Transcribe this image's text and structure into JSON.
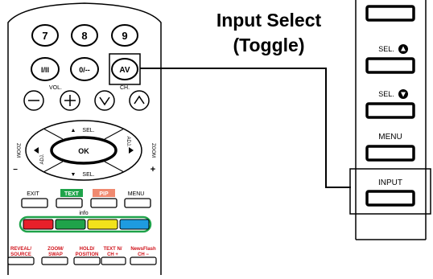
{
  "heading": {
    "line1": "Input Select",
    "line2": "(Toggle)"
  },
  "remote": {
    "row1": [
      "7",
      "8",
      "9"
    ],
    "row2": [
      "I/II",
      "0/--",
      "AV"
    ],
    "vol_label": "VOL.",
    "ch_label": "CH.",
    "sel_up": "SEL.",
    "sel_down": "SEL.",
    "ok": "OK",
    "adj_left": "ADJ.",
    "adj_right": "ADJ.",
    "zoom_left": "ZOOM",
    "zoom_right": "ZOOM",
    "zoom_minus": "−",
    "zoom_plus": "+",
    "up_arrow": "▲",
    "down_arrow": "▼",
    "exit": "EXIT",
    "text": "TEXT",
    "pip": "PIP",
    "menu": "MENU",
    "info": "info",
    "bottom_buttons": [
      {
        "line1": "REVEAL/",
        "line2": "SOURCE"
      },
      {
        "line1": "ZOOM/",
        "line2": "SWAP"
      },
      {
        "line1": "HOLD/",
        "line2": "POSITION"
      },
      {
        "line1": "TEXT N/",
        "line2": "CH +"
      },
      {
        "line1": "NewsFlash",
        "line2": "CH −"
      }
    ],
    "color_keys": [
      "#e8202a",
      "#1fa34a",
      "#f2e21b",
      "#1e9be0"
    ],
    "accent_colors": {
      "text_label_bg": "#1fa34a",
      "pip_label_bg": "#f08a70",
      "color_ring": "#1fa34a",
      "bottom_text": "#d0121a"
    }
  },
  "side_panel": {
    "sel_up": "SEL.",
    "sel_down": "SEL.",
    "menu": "MENU",
    "input": "INPUT"
  }
}
